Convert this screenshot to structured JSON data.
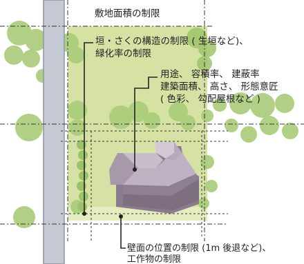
{
  "labels": {
    "site_area": "敷地面積の制限",
    "fence_line1": "垣・さくの構造の制限 ( 生垣など)、",
    "fence_line2": "緑化率の制限",
    "use_line1": "用途、 容積率、 建蔽率",
    "use_line2": "建築面積、 高さ、 形態意匠",
    "use_line3": "( 色彩、 勾配屋根など )",
    "wall_line1": "壁面の位置の制限 (1m 後退など)、",
    "wall_line2": "工作物の制限"
  },
  "colors": {
    "lot_fill": "#d6e2a4",
    "road_fill": "#c4c9d3",
    "road_edge": "#8d95a3",
    "tree": "#a9cc78",
    "tree_dark": "#7fae52",
    "house_roof_light": "#c9bdcb",
    "house_roof_mid": "#a798aa",
    "house_shadow": "#8b7b8e",
    "line": "#222222"
  }
}
